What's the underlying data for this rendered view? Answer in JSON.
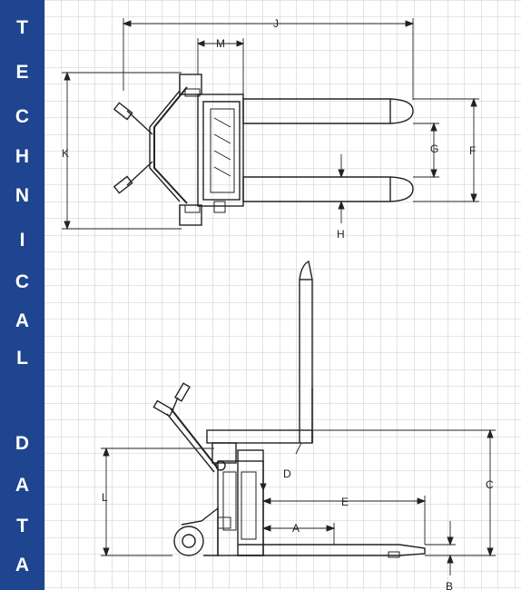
{
  "banner": {
    "background": "#1f4590",
    "text_color": "#ffffff",
    "letters": [
      "T",
      "E",
      "C",
      "H",
      "N",
      "I",
      "C",
      "A",
      "L",
      "D",
      "A",
      "T",
      "A"
    ]
  },
  "grid": {
    "line_color": "#bdbdbd",
    "background": "#ffffff"
  },
  "drawing": {
    "line_color": "#222222",
    "top_view_labels": {
      "J": "J",
      "M": "M",
      "K": "K",
      "G": "G",
      "F": "F",
      "H": "H"
    },
    "side_view_labels": {
      "L": "L",
      "D": "D",
      "E": "E",
      "A": "A",
      "C": "C",
      "B": "B"
    }
  }
}
